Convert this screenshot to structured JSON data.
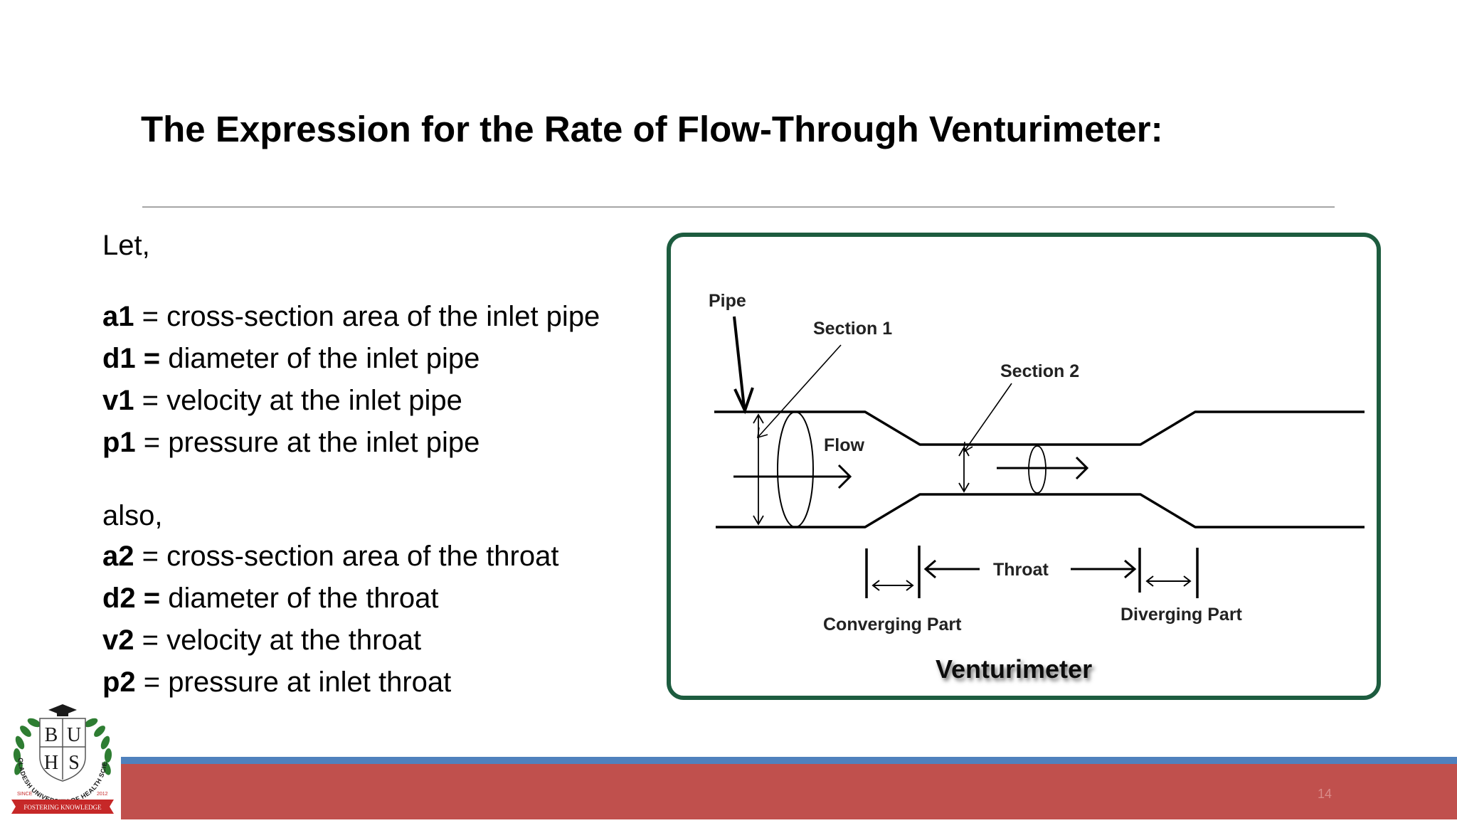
{
  "slide": {
    "title": "The Expression for the Rate of Flow-Through Venturimeter:",
    "page_number": "14"
  },
  "definitions": {
    "intro": "Let,",
    "inlet": [
      {
        "symbol": "a1",
        "text": " = cross-section area of the inlet pipe"
      },
      {
        "symbol": "d1 =",
        "text": " diameter of the inlet pipe"
      },
      {
        "symbol": "v1",
        "text": " = velocity at the inlet pipe"
      },
      {
        "symbol": "p1",
        "text": " = pressure at the inlet pipe"
      }
    ],
    "also": "also,",
    "throat": [
      {
        "symbol": "a2",
        "text": " = cross-section area of the throat"
      },
      {
        "symbol": "d2 =",
        "text": " diameter of the throat"
      },
      {
        "symbol": "v2",
        "text": " = velocity at the throat"
      },
      {
        "symbol": "p2",
        "text": " = pressure at inlet throat"
      }
    ]
  },
  "diagram": {
    "labels": {
      "pipe": "Pipe",
      "section1": "Section 1",
      "section2": "Section 2",
      "flow": "Flow",
      "throat": "Throat",
      "converging": "Converging Part",
      "diverging": "Diverging Part",
      "caption": "Venturimeter"
    },
    "border_color": "#1d5c3f"
  },
  "logo": {
    "letters": [
      "B",
      "U",
      "H",
      "S"
    ],
    "ring_text": "BANGLADESH UNIVERSITY OF HEALTH SCIENCES",
    "motto": "FOSTERING KNOWLEDGE",
    "since_left": "SINCE",
    "since_right": "2012"
  },
  "colors": {
    "footer_blue": "#4f81bd",
    "footer_red": "#c0504d"
  }
}
